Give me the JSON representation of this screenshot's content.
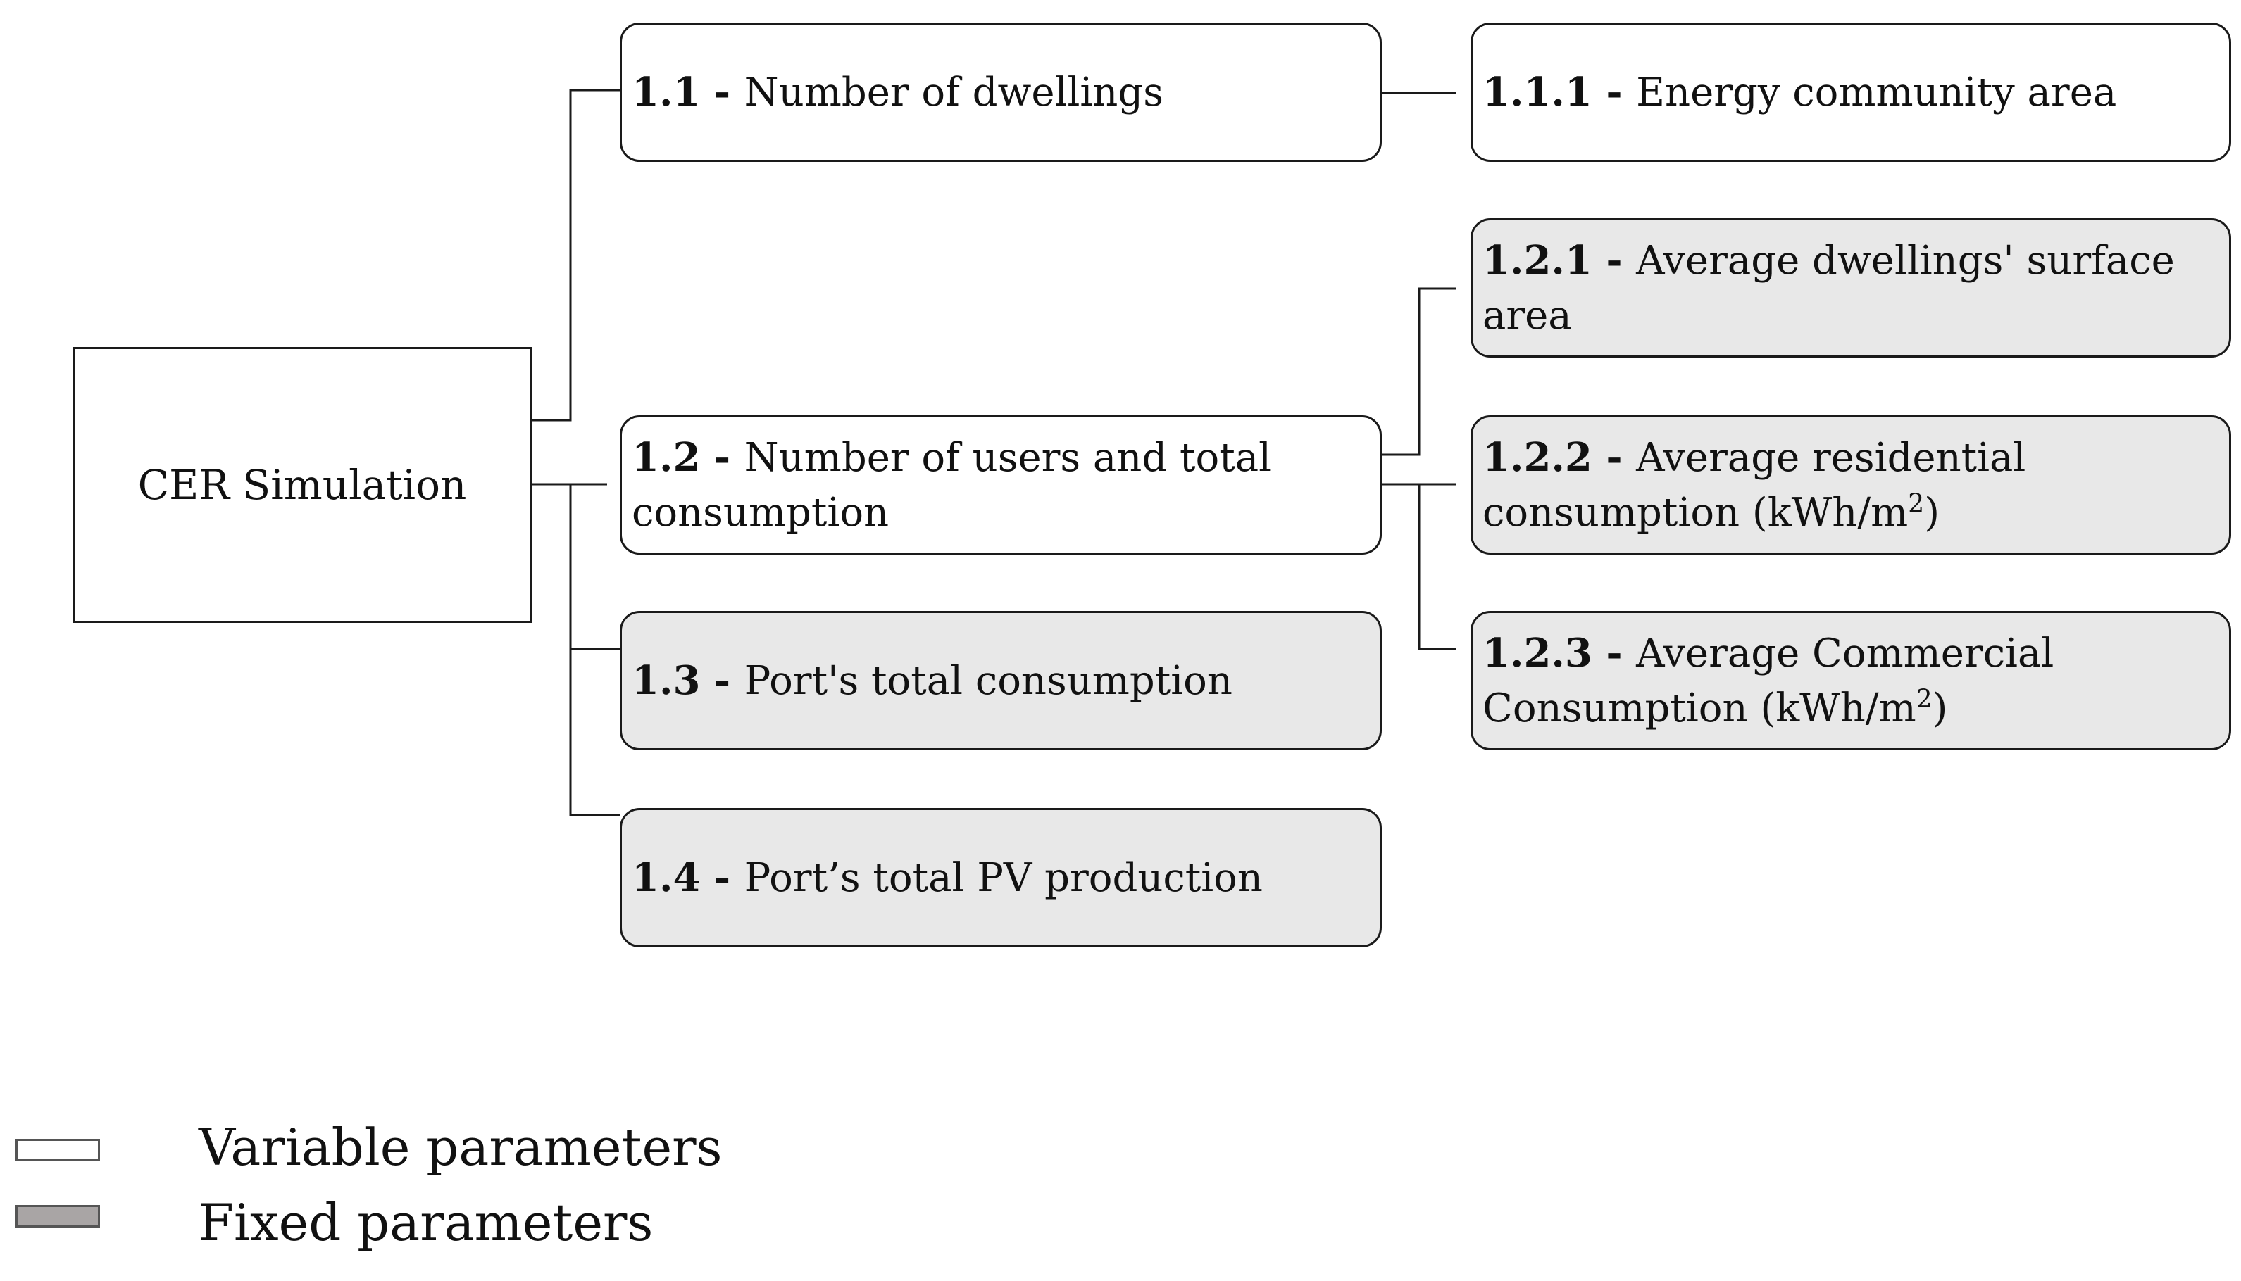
{
  "root": {
    "label": "CER Simulation"
  },
  "nodes": {
    "n1_1": {
      "code": "1.1",
      "sep": " - ",
      "label": "Number of dwellings",
      "fixed": false
    },
    "n1_1_1": {
      "code": "1.1.1",
      "sep": " - ",
      "label": "Energy community area",
      "fixed": false
    },
    "n1_2": {
      "code": "1.2",
      "sep": " - ",
      "label": "Number of users and total consumption",
      "fixed": false
    },
    "n1_2_1": {
      "code": "1.2.1",
      "sep": " - ",
      "label": "Average dwellings' surface area",
      "fixed": true
    },
    "n1_2_2": {
      "code": "1.2.2",
      "sep": " - ",
      "label": "Average residential consumption (kWh/m",
      "unit_exp": "2",
      "unit_close": ")",
      "fixed": true
    },
    "n1_2_3": {
      "code": "1.2.3",
      "sep": " - ",
      "label": "Average Commercial Consumption (kWh/m",
      "unit_exp": "2",
      "unit_close": ")",
      "fixed": true
    },
    "n1_3": {
      "code": "1.3",
      "sep": " - ",
      "label": "Port's total consumption",
      "fixed": true
    },
    "n1_4": {
      "code": "1.4",
      "sep": " - ",
      "label": "Port’s total PV production",
      "fixed": true
    }
  },
  "legend": {
    "variable": {
      "label": "Variable parameters",
      "color": "#ffffff"
    },
    "fixed": {
      "label": "Fixed parameters",
      "color": "#a9a5a5"
    }
  },
  "colors": {
    "variable_fill": "#ffffff",
    "fixed_fill": "#e8e8e8",
    "stroke": "#1a1a1a"
  }
}
